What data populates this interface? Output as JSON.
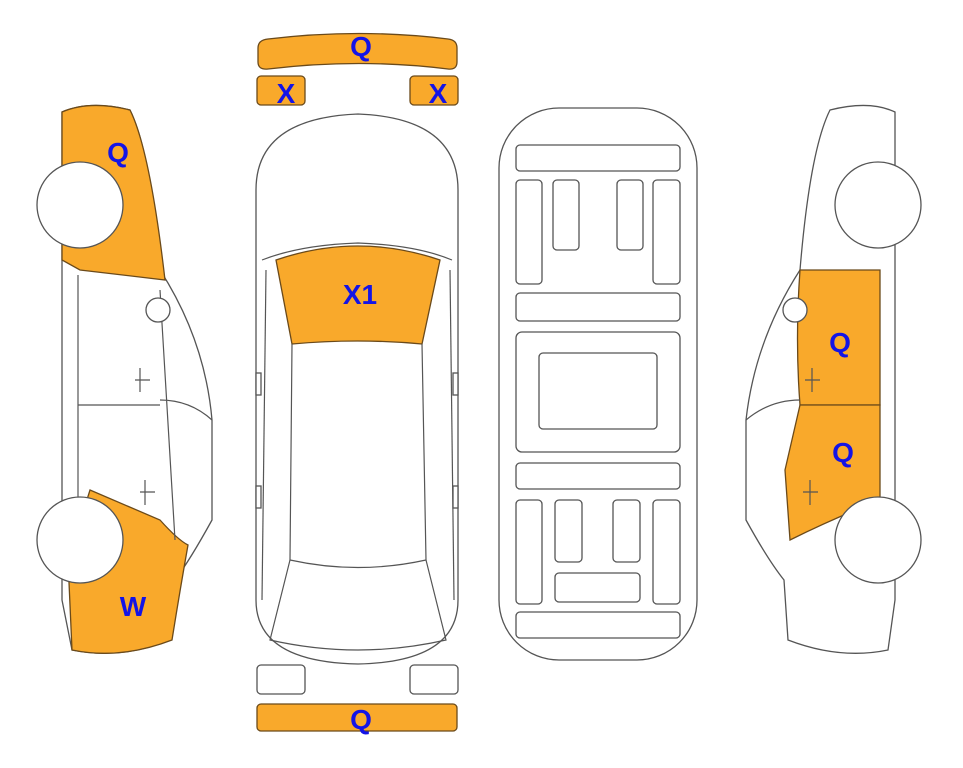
{
  "colors": {
    "damage": "#F9A92B",
    "label": "#1414E6",
    "outline": "#555555"
  },
  "markers": {
    "front_bumper": "Q",
    "left_headlight": "X",
    "right_headlight": "X",
    "windshield": "X1",
    "rear_bumper": "Q",
    "left_front_fender": "Q",
    "left_rear_quarter": "W",
    "right_front_door": "Q",
    "right_rear_door": "Q"
  }
}
